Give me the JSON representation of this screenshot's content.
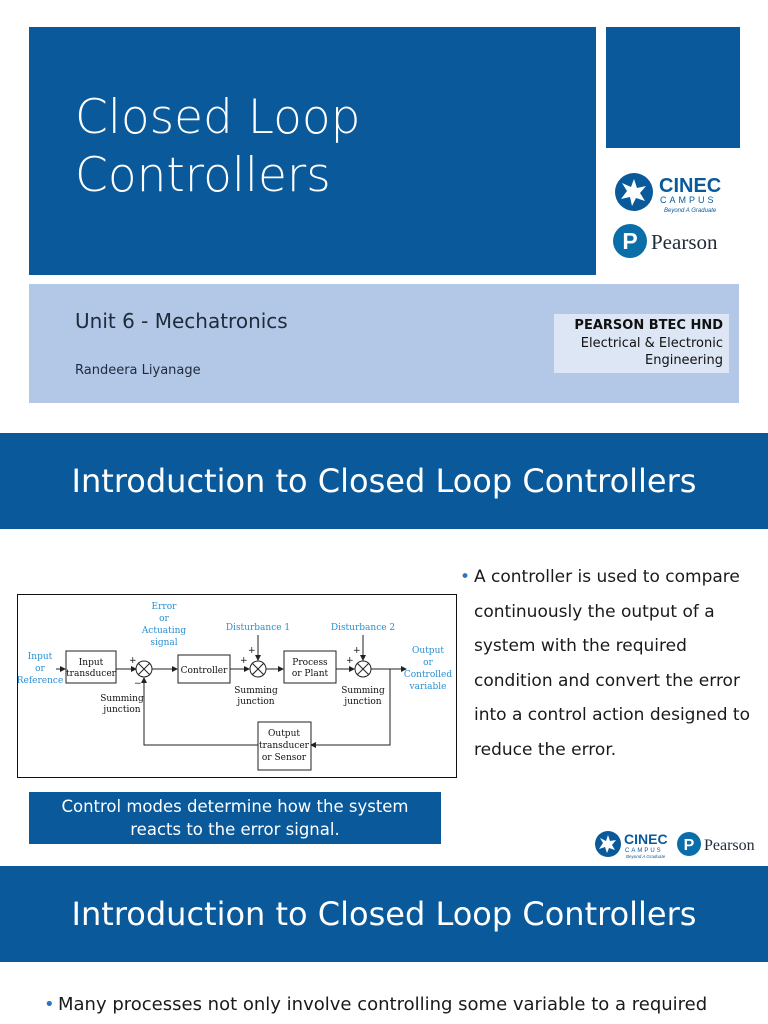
{
  "slide1": {
    "title_line1": "Closed Loop",
    "title_line2": "Controllers",
    "unit": "Unit 6 - Mechatronics",
    "author": "Randeera Liyanage",
    "btec_title": "PEARSON BTEC HND",
    "btec_line1": "Electrical & Electronic",
    "btec_line2": "Engineering",
    "logo_cinec": "CINEC",
    "logo_campus": "CAMPUS",
    "logo_tagline": "Beyond A Graduate",
    "logo_pearson": "Pearson",
    "logo_pearson_mark": "P"
  },
  "slide2": {
    "heading": "Introduction to Closed Loop Controllers",
    "bullet": "A controller is used to compare continuously the output of a system with the required condition and convert the error into a control action designed to reduce the error.",
    "callout_line1": "Control modes determine how the system",
    "callout_line2": "reacts to the error signal.",
    "diagram": {
      "input_line1": "Input",
      "input_line2": "or",
      "input_line3": "Reference",
      "input_transducer_1": "Input",
      "input_transducer_2": "transducer",
      "error_1": "Error",
      "error_2": "or",
      "error_3": "Actuating",
      "error_4": "signal",
      "controller": "Controller",
      "disturbance1": "Disturbance 1",
      "disturbance2": "Disturbance 2",
      "process_1": "Process",
      "process_2": "or Plant",
      "output_1": "Output",
      "output_2": "or",
      "output_3": "Controlled",
      "output_4": "variable",
      "summing_1": "Summing",
      "summing_2": "junction",
      "output_transducer_1": "Output",
      "output_transducer_2": "transducer",
      "output_transducer_3": "or Sensor",
      "plus": "+",
      "minus": "−"
    }
  },
  "slide3": {
    "heading": "Introduction to Closed Loop Controllers",
    "bullet": "Many processes not only involve controlling some variable to a required"
  },
  "colors": {
    "primary_blue": "#0a5a9b",
    "light_blue": "#b3c7e7",
    "diagram_label_blue": "#2a8fd0"
  }
}
